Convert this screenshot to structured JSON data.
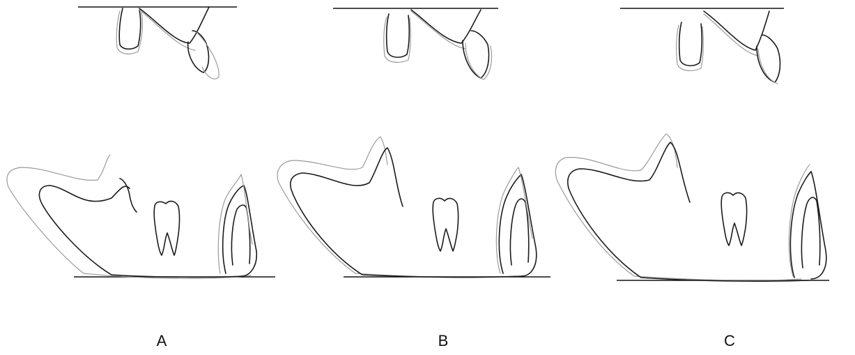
{
  "panels": [
    {
      "label": "A"
    },
    {
      "label": "B"
    },
    {
      "label": "C"
    }
  ],
  "colors": {
    "current_trace": "#1a1a1a",
    "superimposed_trace": "#9a9a9a",
    "background": "#ffffff"
  }
}
